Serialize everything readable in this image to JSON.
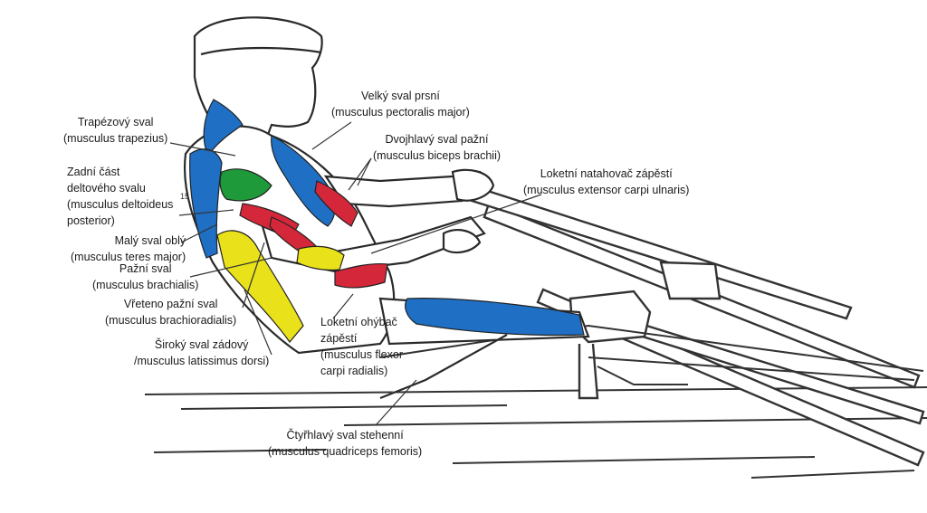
{
  "labels": {
    "trapezius": {
      "name": "Trapézový sval",
      "latin": "(musculus trapezius)"
    },
    "deltoid": {
      "line1": "Zadní část",
      "line2": "deltového svalu",
      "line3": "(musculus deltoideus",
      "line4": " posterior)"
    },
    "teres": {
      "name": "Malý sval oblý",
      "latin": "(musculus teres major)"
    },
    "brachialis": {
      "name": "Pažní sval",
      "latin": "(musculus brachialis)"
    },
    "brachioradialis": {
      "name": "Vřeteno pažní sval",
      "latin": "(musculus brachioradialis)"
    },
    "latissimus": {
      "name": "Široký sval zádový",
      "latin": "/musculus latissimus dorsi)"
    },
    "pectoralis": {
      "name": "Velký sval prsní",
      "latin": "(musculus pectoralis major)"
    },
    "biceps": {
      "name": "Dvojhlavý sval pažní",
      "latin": "(musculus biceps brachii)"
    },
    "extensor": {
      "name": "Loketní natahovač zápěstí",
      "latin": "(musculus extensor carpi ulnaris)"
    },
    "flexor": {
      "line1": "Loketní ohýbač",
      "line2": "zápěstí",
      "line3": "(musculus flexor",
      "line4": "carpi radialis)"
    },
    "quadriceps": {
      "name": "Čtyřhlavý sval stehenní",
      "latin": "(musculus quadriceps femoris)"
    }
  },
  "colors": {
    "blue": "#1f6fc4",
    "green": "#1f9a3a",
    "red": "#d4283a",
    "yellow": "#e9e21a",
    "ink": "#2a2a2a"
  }
}
